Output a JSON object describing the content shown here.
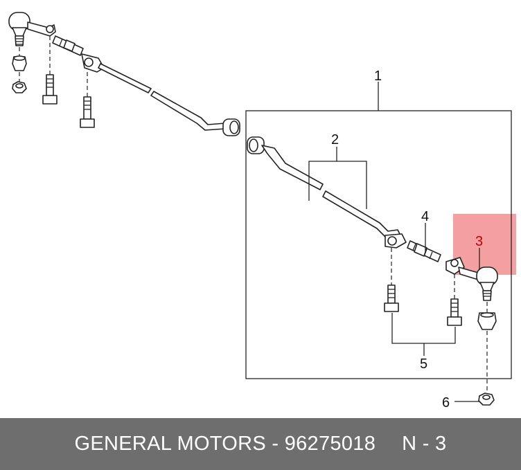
{
  "callouts": {
    "c1": "1",
    "c2": "2",
    "c3": "3",
    "c4": "4",
    "c5": "5",
    "c6": "6"
  },
  "footer": {
    "brand_part": "GENERAL MOTORS - 96275018",
    "position": "N - 3"
  },
  "colors": {
    "highlight": "#f08080",
    "footer_bg": "#6e6e6e",
    "footer_text": "#ffffff"
  }
}
